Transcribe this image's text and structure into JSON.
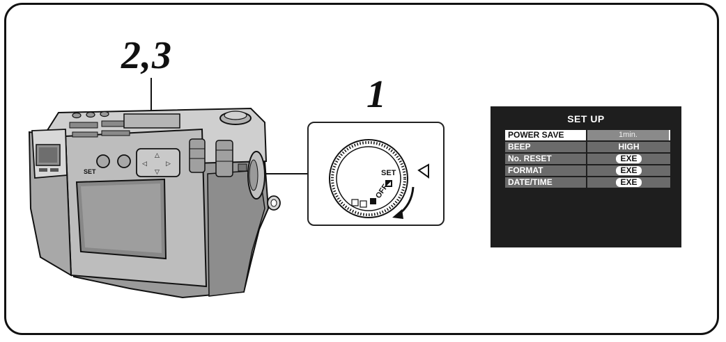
{
  "steps": {
    "step_a": "2,3",
    "step_b": "1"
  },
  "dial": {
    "set_label": "SET",
    "off_label": "OFF"
  },
  "lcd": {
    "title": "SET UP",
    "rows": [
      {
        "label": "POWER SAVE",
        "value": "1min.",
        "selected": true
      },
      {
        "label": "BEEP",
        "value": "HIGH"
      },
      {
        "label": "No. RESET",
        "value": "EXE"
      },
      {
        "label": "FORMAT",
        "value": "EXE"
      },
      {
        "label": "DATE/TIME",
        "value": "EXE"
      }
    ]
  },
  "icons": [
    "camera-icon",
    "mode-dial-icon",
    "pointer-triangle-icon",
    "rotation-arrow-icon"
  ],
  "colors": {
    "lcd_background": "#1e1e1e",
    "row_background": "#6b6b6b",
    "selected_label": "#ffffff",
    "camera_body": "#c8c8c8"
  }
}
